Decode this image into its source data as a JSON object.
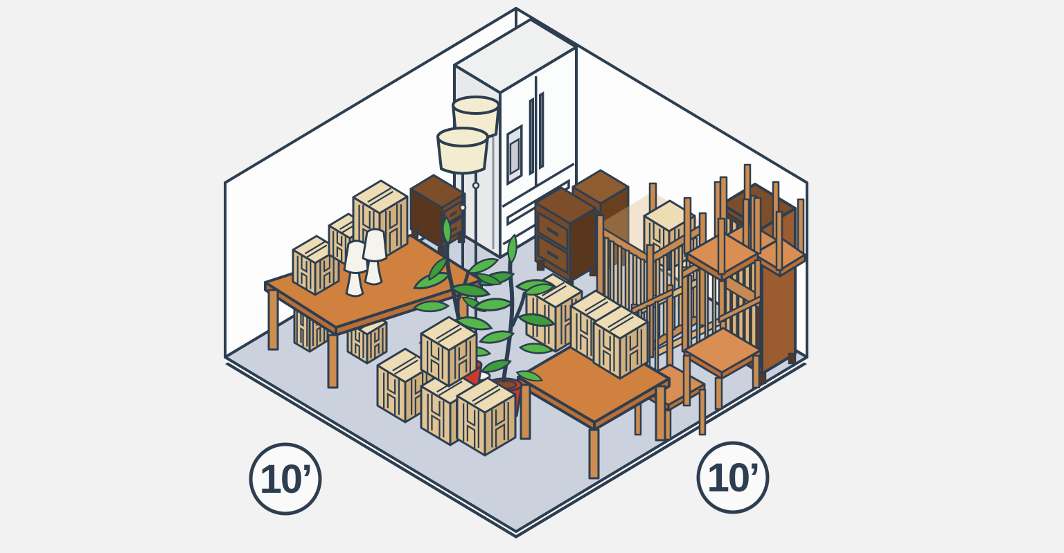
{
  "illustration": {
    "unit_labels": {
      "left": "10’",
      "right": "10’"
    },
    "contents": [
      "moving-boxes",
      "refrigerator",
      "floor-lamps",
      "table-lamps",
      "wooden-table",
      "coffee-table",
      "nightstands",
      "baby-crib",
      "stacked-chairs",
      "bookshelf-cabinet",
      "potted-plants"
    ]
  },
  "palette": {
    "ink": "#2d3e50",
    "bg": "#f2f2f2",
    "wall": "#fdfdfd",
    "floor": "#cbd2dd",
    "floorEdge": "#ffffff",
    "tableTop": "#d0813f",
    "tableSide": "#b96f36",
    "leg": "#cd8c50",
    "boxTop": "#eddcb4",
    "boxLeft": "#e0c494",
    "boxRight": "#d1af7d",
    "darkWoodFront": "#74492a",
    "darkWoodSide": "#59371e",
    "darkWoodTop": "#7d4e2a",
    "midWoodFront": "#7c4c28",
    "midWoodSide": "#68401f",
    "midWoodTop": "#8f5c30",
    "seat": "#d98e53",
    "slat": "#e0b57c",
    "railWood": "#c88a50",
    "cabinetSide": "#9a5c30",
    "cabinetInner": "#5b3a21",
    "lampShade": "#f4ecd1",
    "lampBody": "#f5f3ec",
    "fridgeFront": "#fbfcfc",
    "fridgeSide": "#e7e9ea",
    "fridgeTop": "#eff1f1",
    "fridgeInset": "#dfe3e5",
    "fridgeInsetDark": "#c9ced2",
    "potRed": "#ca3a2c",
    "soil": "#8a4a2a",
    "leafGreen": "#55b74a",
    "leafDark": "#3e9c3b",
    "labelBg": "#fafafa"
  }
}
